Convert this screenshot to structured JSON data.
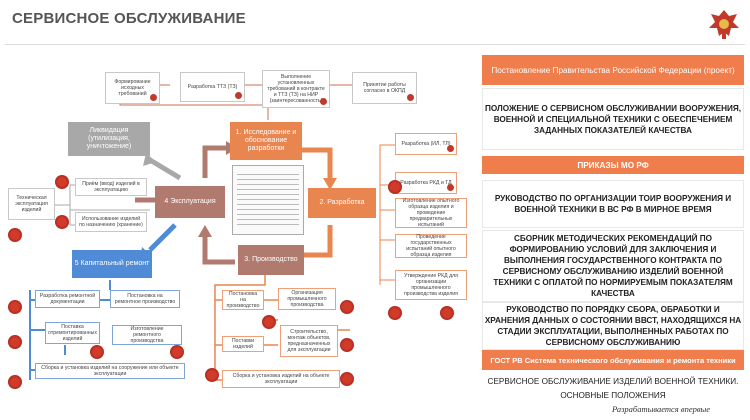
{
  "header": {
    "title": "СЕРВИСНОЕ ОБСЛУЖИВАНИЕ"
  },
  "diagram": {
    "main_nodes": {
      "research": "1. Исследование и обоснование разработки",
      "development": "2. Разработка",
      "production": "3. Производство",
      "operation": "4 Эксплуатация",
      "overhaul": "5 Капитальный ремонт",
      "liquidation": "Ликвидация (утилизация, уничтожение)"
    },
    "top_nodes": [
      "Формирование исходных требований",
      "Разработка ТТЗ (ТЗ)",
      "Выполнение установленных требований в контракте и ТТЗ (ТЗ) на НИР (заинтересованность)",
      "Принятие работы согласно в ОКПД"
    ],
    "left_nodes": [
      "Приём (ввод) изделий в эксплуатацию",
      "Техническая эксплуатация изделий",
      "Использование изделий по назначению (хранение)"
    ],
    "right_nodes": [
      "Разработка (ИЛ, ТЛ)",
      "Разработка РКД и ТД",
      "Изготовление опытного образца изделия и проведение предварительных испытаний",
      "Проведение государственных испытаний опытного образца изделия",
      "Утверждение РКД для организации промышленного производства изделия"
    ],
    "bottom_left_nodes": [
      "Разработка ремонтной документации",
      "Постановка на ремонтное производство",
      "Поставка отремонтированных изделий",
      "Изготовление ремонтного производства",
      "Сборка и установка изделий на сооружение или объекте эксплуатации"
    ],
    "bottom_right_nodes": [
      "Постановка на производство",
      "Организация промышленного производства",
      "Поставки изделий",
      "Строительство, монтаж объектов, предназначенных для эксплуатации",
      "Сборка и установка изделий на объекте эксплуатации"
    ]
  },
  "panel": {
    "gov_header": "Постановление Правительства Российской Федерации (проект)",
    "gov_text": "ПОЛОЖЕНИЕ О СЕРВИСНОМ ОБСЛУЖИВАНИИ ВООРУЖЕНИЯ, ВОЕННОЙ И СПЕЦИАЛЬНОЙ ТЕХНИКИ С ОБЕСПЕЧЕНИЕМ ЗАДАННЫХ ПОКАЗАТЕЛЕЙ КАЧЕСТВА",
    "orders_header": "ПРИКАЗЫ МО РФ",
    "order_1": "РУКОВОДСТВО ПО ОРГАНИЗАЦИИ ТОИР ВООРУЖЕНИЯ И ВОЕННОЙ ТЕХНИКИ В ВС РФ В МИРНОЕ ВРЕМЯ",
    "order_2": "СБОРНИК МЕТОДИЧЕСКИХ РЕКОМЕНДАЦИЙ ПО ФОРМИРОВАНИЮ УСЛОВИЙ ДЛЯ ЗАКЛЮЧЕНИЯ И ВЫПОЛНЕНИЯ ГОСУДАРСТВЕННОГО КОНТРАКТА ПО СЕРВИСНОМУ ОБСЛУЖИВАНИЮ ИЗДЕЛИЙ ВОЕННОЙ ТЕХНИКИ С ОПЛАТОЙ ПО НОРМИРУЕМЫМ ПОКАЗАТЕЛЯМ КАЧЕСТВА",
    "order_3": "РУКОВОДСТВО ПО ПОРЯДКУ СБОРА, ОБРАБОТКИ И ХРАНЕНИЯ ДАННЫХ О СОСТОЯНИИ ВВСТ, НАХОДЯЩИХСЯ НА СТАДИИ ЭКСПЛУАТАЦИИ, ВЫПОЛНЕННЫХ РАБОТАХ ПО СЕРВИСНОМУ ОБСЛУЖИВАНИЮ",
    "gost_header": "ГОСТ РВ Система технического обслуживания и ремонта техники",
    "gost_text_1": "СЕРВИСНОЕ ОБСЛУЖИВАНИЕ ИЗДЕЛИЙ ВОЕННОЙ ТЕХНИКИ.",
    "gost_text_2": "ОСНОВНЫЕ ПОЛОЖЕНИЯ",
    "footer": "Разрабатывается впервые"
  },
  "colors": {
    "accent_orange": "#f07e4c",
    "stage_orange": "#e9854f",
    "stage_brown": "#b07a6e",
    "stage_grey": "#a8a8a8",
    "stage_blue": "#4f8bd6",
    "emblem_red": "#c0392b"
  }
}
